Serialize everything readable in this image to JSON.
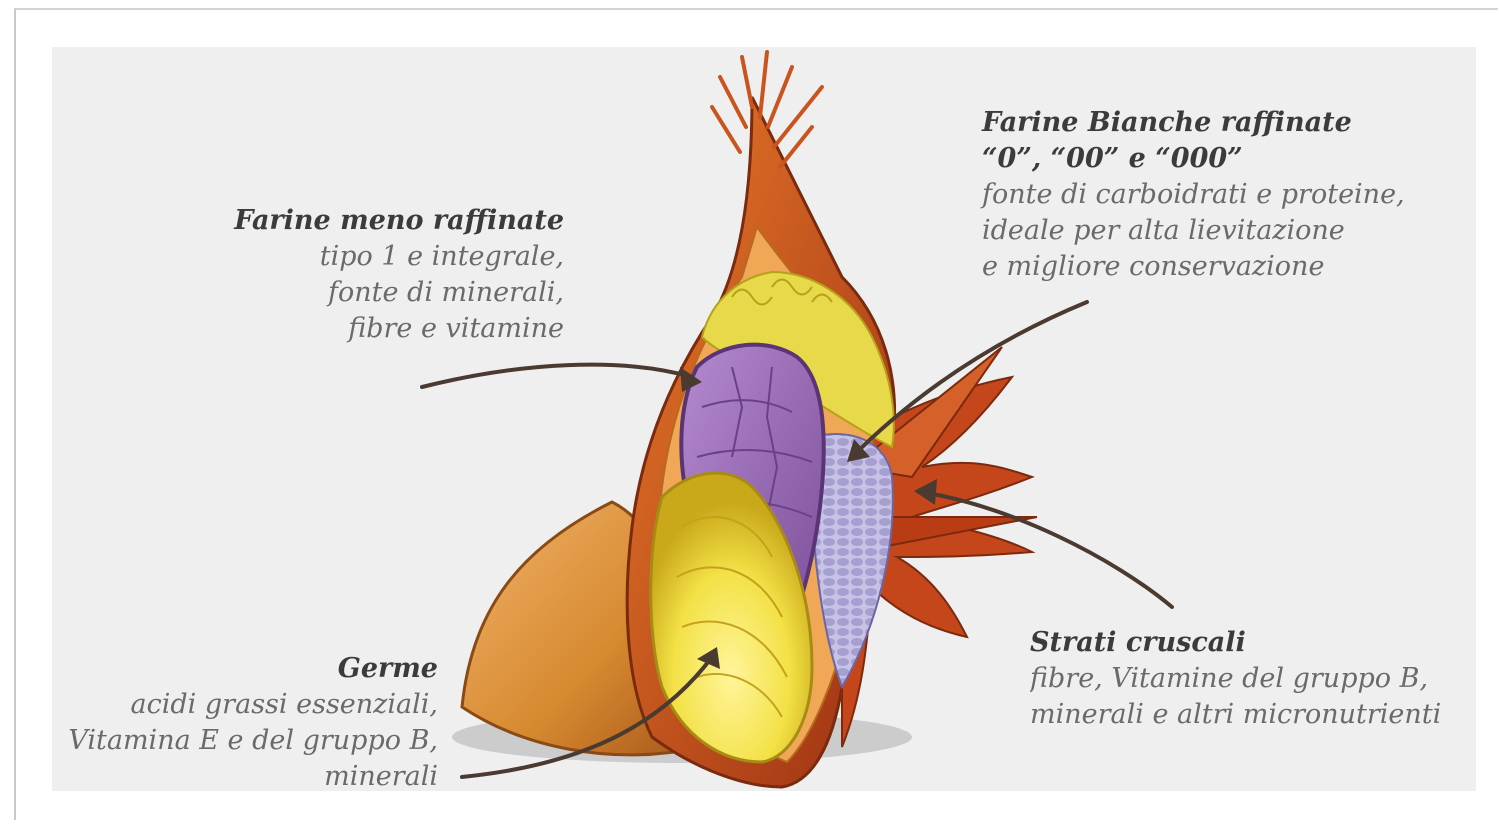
{
  "labels": {
    "farine_meno_raffinate": {
      "title": "Farine meno raffinate",
      "lines": [
        "tipo 1 e integrale,",
        "fonte di minerali,",
        "fibre e vitamine"
      ]
    },
    "farine_bianche": {
      "title_line1": "Farine Bianche raffinate",
      "title_line2": "“0”, “00” e “000”",
      "lines": [
        "fonte di carboidrati e proteine,",
        "ideale per alta lievitazione",
        "e migliore conservazione"
      ]
    },
    "germe": {
      "title": "Germe",
      "lines": [
        "acidi grassi essenziali,",
        "Vitamina E e del gruppo B,",
        "minerali"
      ]
    },
    "strati_cruscali": {
      "title": "Strati cruscali",
      "lines": [
        "fibre, Vitamine del gruppo B,",
        "minerali e altri micronutrienti"
      ]
    }
  },
  "colors": {
    "background": "#efefef",
    "endosperm_purple": "#9b6fb5",
    "germ_yellow": "#f2e34a",
    "bran_orange": "#c9541e",
    "kernel_tan": "#d98a35",
    "aleurone_lavender": "#b9b4dc",
    "arrow": "#4a3a30"
  }
}
